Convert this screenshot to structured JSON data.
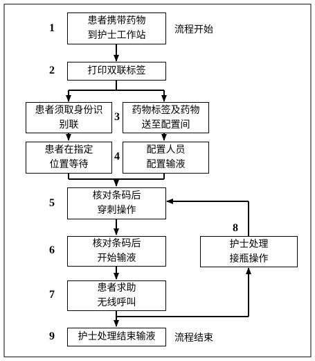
{
  "steps": {
    "s1": "患者携带药物\n到护士工作站",
    "s2": "打印双联标签",
    "s3a": "患者须取身份识\n别联",
    "s3b": "药物标签及药物\n送至配置间",
    "s4a": "患者在指定\n位置等待",
    "s4b": "配置人员\n配置输液",
    "s5": "核对条码后\n穿刺操作",
    "s6": "核对条码后\n开始输液",
    "s7": "患者求助\n无线呼叫",
    "s8": "护士处理\n接瓶操作",
    "s9": "护士处理结束输液"
  },
  "numbers": {
    "n1": "1",
    "n2": "2",
    "n3": "3",
    "n4": "4",
    "n5": "5",
    "n6": "6",
    "n7": "7",
    "n8": "8",
    "n9": "9"
  },
  "notes": {
    "start": "流程开始",
    "end": "流程结束"
  }
}
